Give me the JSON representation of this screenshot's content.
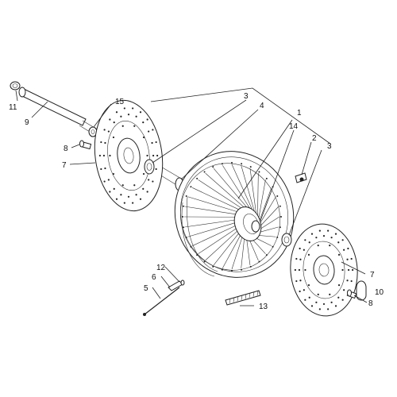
{
  "colors": {
    "ink": "#222222",
    "background": "#ffffff"
  },
  "callouts": {
    "c1": "1",
    "c2": "2",
    "c3a": "3",
    "c3b": "3",
    "c4": "4",
    "c5": "5",
    "c6": "6",
    "c7a": "7",
    "c7b": "7",
    "c8a": "8",
    "c8b": "8",
    "c9": "9",
    "c10": "10",
    "c11": "11",
    "c12": "12",
    "c13": "13",
    "c14": "14",
    "c15": "15"
  }
}
